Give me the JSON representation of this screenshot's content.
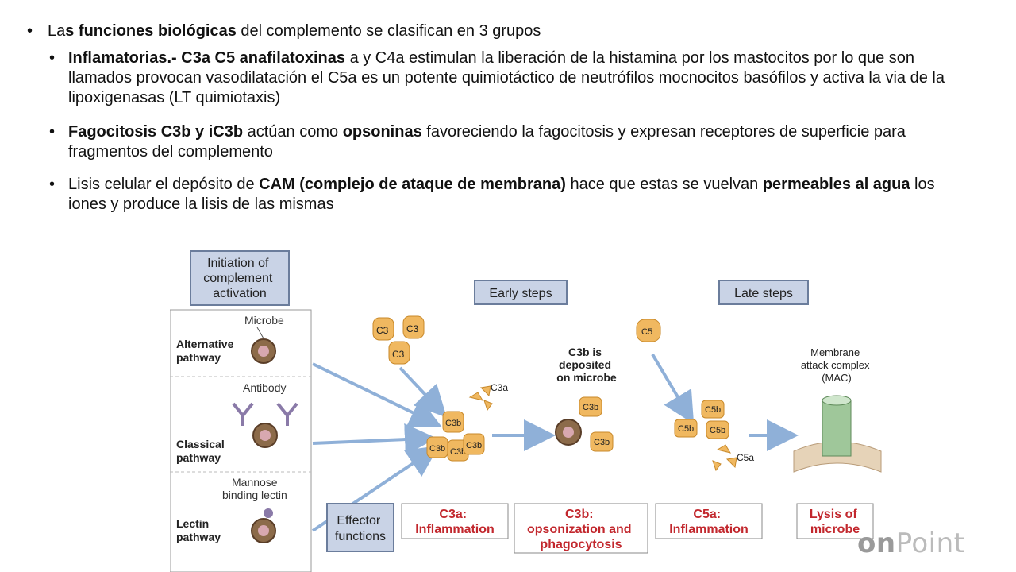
{
  "bullets": {
    "b0": {
      "pre": "La",
      "bold": "s funciones biológicas",
      "post": " del complemento se clasifican en 3 grupos"
    },
    "b1": {
      "bold1": "Inflamatorias.- C3a C5 anafilatoxinas",
      "mid": " a y C4a estimulan la liberación de la histamina por los mastocitos por lo que son llamados provocan vasodilatación el C5a es un potente quimiotáctico de neutrófilos mocnocitos basófilos y activa la via de la lipoxigenasas (LT  quimiotaxis)"
    },
    "b2": {
      "bold1": "Fagocitosis C3b y iC3b",
      "mid": " actúan como ",
      "bold2": "opsoninas",
      "post": " favoreciendo la fagocitosis y expresan receptores de superficie para fragmentos del complemento"
    },
    "b3": {
      "pre": "Lisis celular el depósito de ",
      "bold1": "CAM (complejo de ataque de membrana)",
      "mid": " hace que estas se vuelvan ",
      "bold2": "permeables al agua",
      "post": " los iones y produce la lisis de las mismas"
    }
  },
  "figure": {
    "initiation": [
      "Initiation of",
      "complement",
      "activation"
    ],
    "early_steps": "Early steps",
    "late_steps": "Late steps",
    "microbe": "Microbe",
    "alternative": [
      "Alternative",
      "pathway"
    ],
    "antibody": "Antibody",
    "classical": [
      "Classical",
      "pathway"
    ],
    "mannose": [
      "Mannose",
      "binding lectin"
    ],
    "lectin": [
      "Lectin",
      "pathway"
    ],
    "c3": "C3",
    "c3a": "C3a",
    "c3b": "C3b",
    "c5": "C5",
    "c5a": "C5a",
    "c5b": "C5b",
    "deposited": [
      "C3b is",
      "deposited",
      "on microbe"
    ],
    "mac": [
      "Membrane",
      "attack complex",
      "(MAC)"
    ],
    "effector": [
      "Effector",
      "functions"
    ],
    "eff_c3a": [
      "C3a:",
      "Inflammation"
    ],
    "eff_c3b": [
      "C3b:",
      "opsonization and",
      "phagocytosis"
    ],
    "eff_c5a": [
      "C5a:",
      "Inflammation"
    ],
    "eff_lysis": [
      "Lysis of",
      "microbe"
    ]
  },
  "brand": {
    "bold": "on",
    "rest": "Point"
  },
  "colors": {
    "box_fill": "#c9d3e6",
    "box_stroke": "#6b7d9c",
    "c_fill": "#f0b860",
    "c_stroke": "#c8892a",
    "arrow": "#8fb0d8",
    "red": "#c2272d"
  }
}
